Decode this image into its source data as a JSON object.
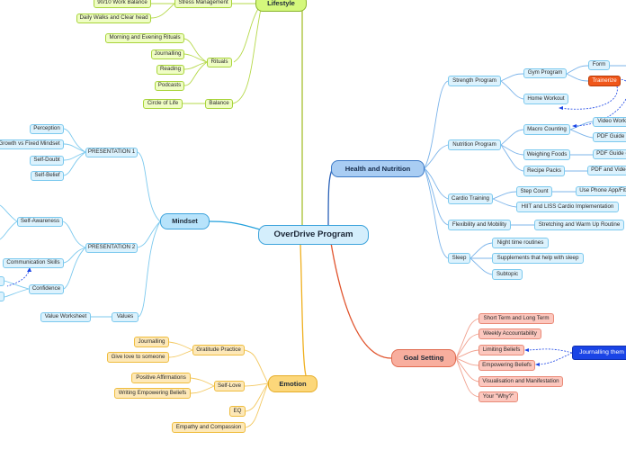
{
  "root": {
    "label": "OverDrive Program"
  },
  "branches": {
    "lifestyle": {
      "label": "Lifestyle",
      "stress_management": {
        "label": "Stress Management",
        "items": [
          "90/10 Work Balance",
          "Daily Walks and Clear head"
        ]
      },
      "rituals": {
        "label": "Rituals",
        "items": [
          "Morning and Evening Rituals",
          "Journalling",
          "Reading",
          "Podcasts"
        ]
      },
      "balance": {
        "label": "Balance",
        "items": [
          "Circle of Life"
        ]
      }
    },
    "mindset": {
      "label": "Mindset",
      "presentation1": {
        "label": "PRESENTATION 1",
        "items": [
          "Perception",
          "Growth vs Fixed Mindset",
          "Self-Doubt",
          "Self-Belief"
        ]
      },
      "presentation2": {
        "label": "PRESENTATION 2",
        "self_awareness": "Self-Awareness",
        "communication": "Communication Skills",
        "confidence": "Confidence"
      },
      "values": {
        "label": "Values",
        "items": [
          "Value Worksheet"
        ]
      }
    },
    "health": {
      "label": "Health and Nutrition",
      "strength": {
        "label": "Strength Program",
        "gym": "Gym Program",
        "form": "Form",
        "trainerize": "Trainerize",
        "home": "Home Workout"
      },
      "nutrition": {
        "label": "Nutrition Program",
        "macro": "Macro Counting",
        "video": "Video Workt",
        "pdf1": "PDF Guide",
        "weighing": "Weighing Foods",
        "pdf2": "PDF Guide o",
        "recipe": "Recipe Packs",
        "pdf3": "PDF and Video"
      },
      "cardio": {
        "label": "Cardio Training",
        "step": "Step Count",
        "fitbit": "Use Phone App/Fit",
        "hiit": "HIIT and LISS Cardio Implementation"
      },
      "flexibility": {
        "label": "Flexibility and Mobility",
        "stretch": "Stretching and Warm Up Routine"
      },
      "sleep": {
        "label": "Sleep",
        "items": [
          "Night time routines",
          "Supplements that help with sleep",
          "Subtopic"
        ]
      }
    },
    "goal": {
      "label": "Goal Setting",
      "items": [
        "Short Term and Long Term",
        "Weekly Accountability",
        "Limiting Beliefs",
        "Empowering Beliefs",
        "Visualisation and Manifestation",
        "Your \"Why?\""
      ],
      "callout": "Journalling them"
    },
    "emotion": {
      "label": "Emotion",
      "gratitude": {
        "label": "Gratitude Practice",
        "items": [
          "Journalling",
          "Give love to someone"
        ]
      },
      "self_love": {
        "label": "Self-Love",
        "items": [
          "Positive Affirmations",
          "Writing Empowering Beliefs"
        ]
      },
      "items": [
        "EQ",
        "Empathy and Compassion"
      ]
    }
  },
  "colors": {
    "lifestyle": "#a8d43a",
    "mindset": "#3da3dc",
    "health": "#3a78c6",
    "goal": "#e06a4f",
    "emotion": "#efbd3e",
    "dashed": "#1a44e6"
  }
}
